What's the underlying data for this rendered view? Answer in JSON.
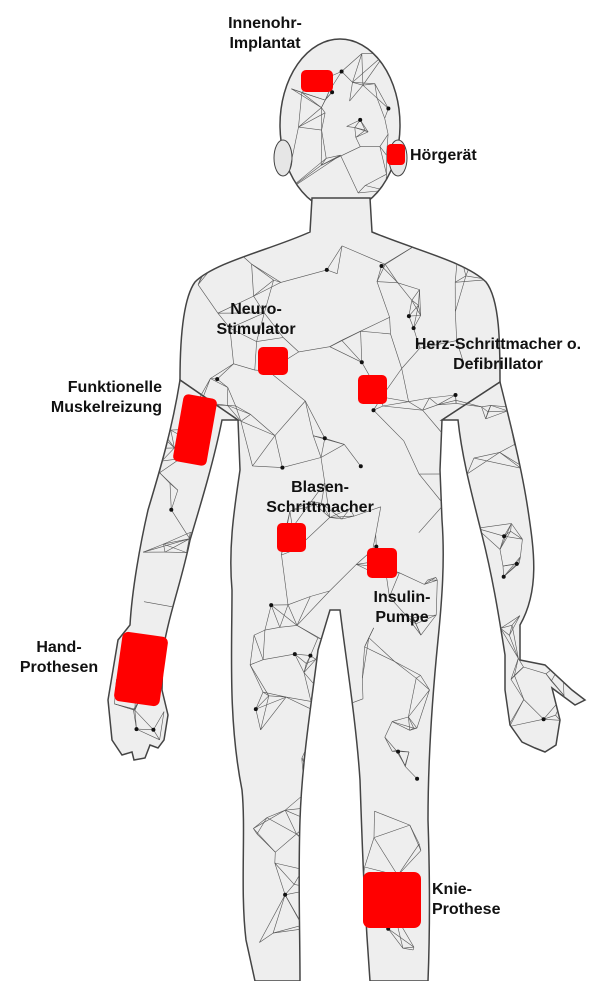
{
  "colors": {
    "marker": "#ff0000",
    "body_fill": "#eeeeee",
    "mesh_line": "#555555",
    "node": "#111111"
  },
  "figure": {
    "icon": "human-body-wireframe"
  },
  "devices": {
    "innenohr": {
      "line1": "Innenohr-",
      "line2": "Implantat"
    },
    "hoergeraet": {
      "line1": "Hörgerät"
    },
    "neuro": {
      "line1": "Neuro-",
      "line2": "Stimulator"
    },
    "herz": {
      "line1": "Herz-Schrittmacher o.",
      "line2": "Defibrillator"
    },
    "muskel": {
      "line1": "Funktionelle",
      "line2": "Muskelreizung"
    },
    "blasen": {
      "line1": "Blasen-",
      "line2": "Schrittmacher"
    },
    "insulin": {
      "line1": "Insulin-",
      "line2": "Pumpe"
    },
    "hand": {
      "line1": "Hand-",
      "line2": "Prothesen"
    },
    "knie": {
      "line1": "Knie-",
      "line2": "Prothese"
    }
  }
}
